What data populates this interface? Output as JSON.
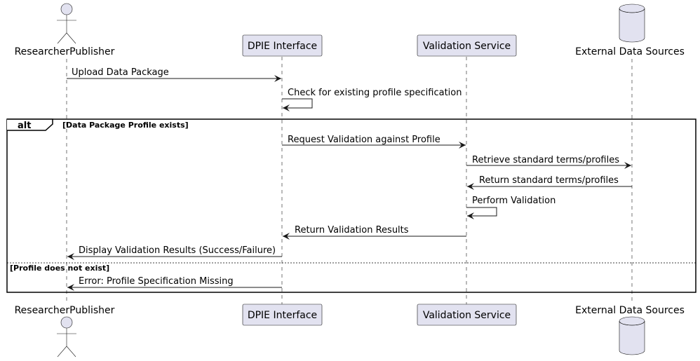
{
  "colors": {
    "participant_fill": "#E2E2F0",
    "participant_stroke": "#181818",
    "lifeline": "#181818",
    "arrow": "#181818",
    "background": "#FFFFFF"
  },
  "participants": [
    {
      "label": "ResearcherPublisher",
      "kind": "actor"
    },
    {
      "label": "DPIE Interface",
      "kind": "participant"
    },
    {
      "label": "Validation Service",
      "kind": "participant"
    },
    {
      "label": "External Data Sources",
      "kind": "database"
    }
  ],
  "messages": [
    {
      "from": 0,
      "to": 1,
      "label": "Upload Data Package"
    },
    {
      "from": 1,
      "to": 1,
      "label": "Check for existing profile specification"
    },
    {
      "from": 1,
      "to": 2,
      "label": "Request Validation against Profile"
    },
    {
      "from": 2,
      "to": 3,
      "label": "Retrieve standard terms/profiles"
    },
    {
      "from": 3,
      "to": 2,
      "label": "Return standard terms/profiles"
    },
    {
      "from": 2,
      "to": 2,
      "label": "Perform Validation"
    },
    {
      "from": 2,
      "to": 1,
      "label": "Return Validation Results"
    },
    {
      "from": 1,
      "to": 0,
      "label": "Display Validation Results (Success/Failure)"
    },
    {
      "from": 1,
      "to": 0,
      "label": "Error: Profile Specification Missing"
    }
  ],
  "fragment": {
    "keyword": "alt",
    "condition": "[Data Package Profile exists]",
    "else_condition": "[Profile does not exist]"
  }
}
